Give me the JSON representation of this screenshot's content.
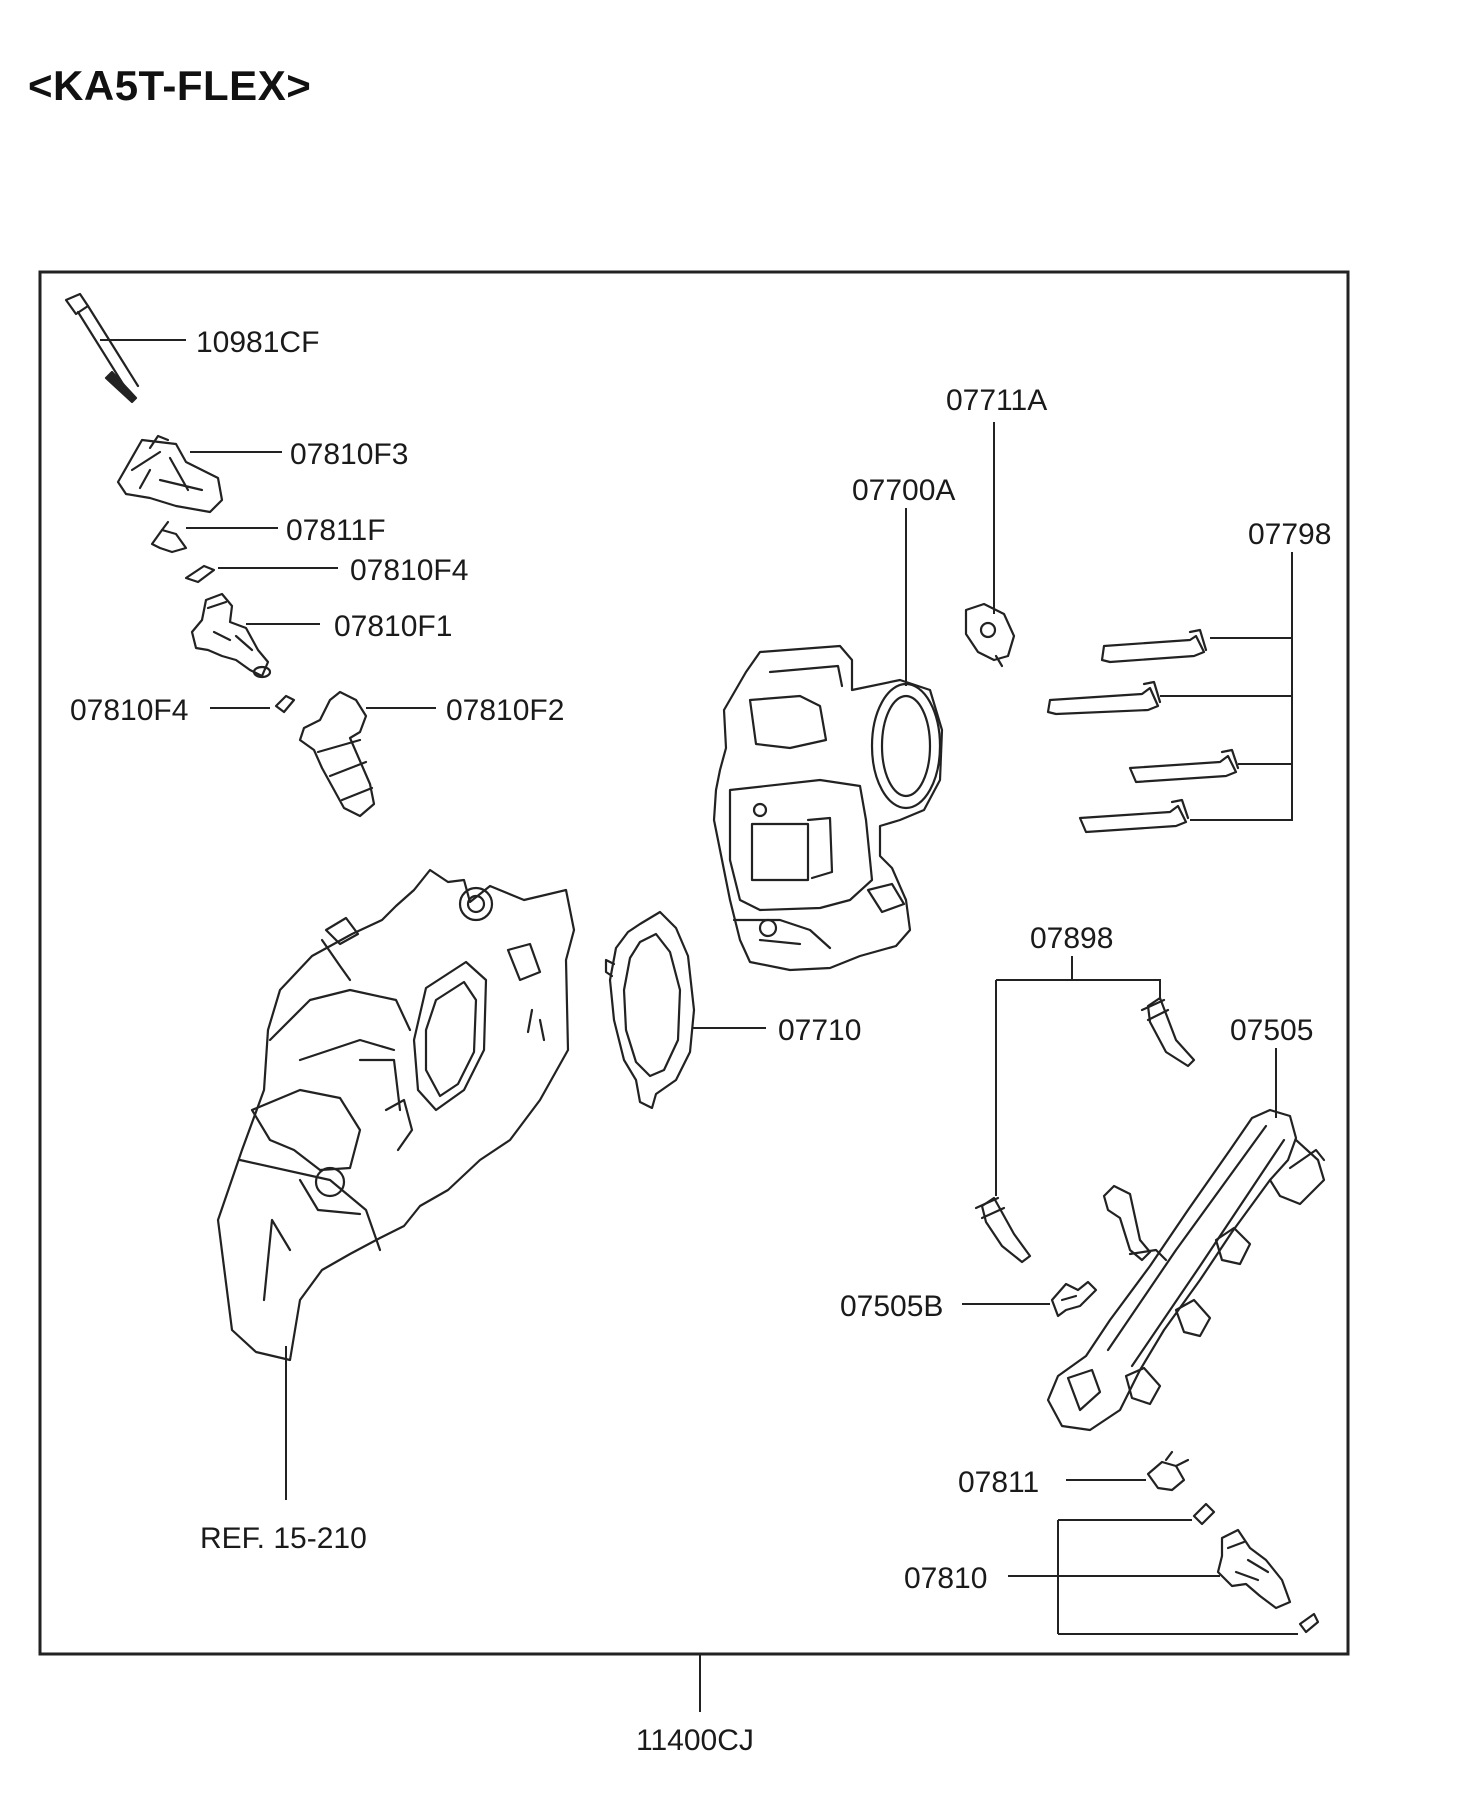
{
  "title": "<KA5T-FLEX>",
  "labels": {
    "p10981CF": "10981CF",
    "p07810F3": "07810F3",
    "p07811F": "07811F",
    "p07810F4a": "07810F4",
    "p07810F1": "07810F1",
    "p07810F4b": "07810F4",
    "p07810F2": "07810F2",
    "p07711A": "07711A",
    "p07700A": "07700A",
    "p07798": "07798",
    "p07710": "07710",
    "p07898": "07898",
    "p07505": "07505",
    "p07505B": "07505B",
    "p07811": "07811",
    "p07810": "07810",
    "ref": "REF. 15-210",
    "p11400CJ": "11400CJ"
  }
}
